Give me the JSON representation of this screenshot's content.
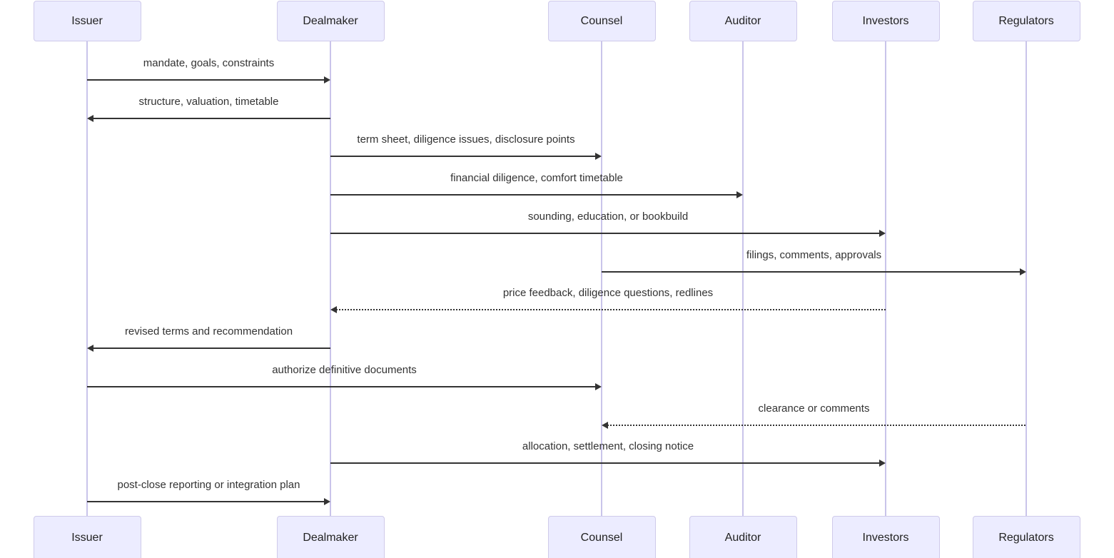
{
  "diagram": {
    "type": "sequence",
    "actors": [
      {
        "name": "Issuer"
      },
      {
        "name": "Dealmaker"
      },
      {
        "name": "Counsel"
      },
      {
        "name": "Auditor"
      },
      {
        "name": "Investors"
      },
      {
        "name": "Regulators"
      }
    ],
    "messages": [
      {
        "from": "Issuer",
        "to": "Dealmaker",
        "label": "mandate, goals, constraints",
        "line": "solid"
      },
      {
        "from": "Dealmaker",
        "to": "Issuer",
        "label": "structure, valuation, timetable",
        "line": "solid"
      },
      {
        "from": "Dealmaker",
        "to": "Counsel",
        "label": "term sheet, diligence issues, disclosure points",
        "line": "solid"
      },
      {
        "from": "Dealmaker",
        "to": "Auditor",
        "label": "financial diligence, comfort timetable",
        "line": "solid"
      },
      {
        "from": "Dealmaker",
        "to": "Investors",
        "label": "sounding, education, or bookbuild",
        "line": "solid"
      },
      {
        "from": "Counsel",
        "to": "Regulators",
        "label": "filings, comments, approvals",
        "line": "solid"
      },
      {
        "from": "Investors",
        "to": "Dealmaker",
        "label": "price feedback, diligence questions, redlines",
        "line": "dashed"
      },
      {
        "from": "Dealmaker",
        "to": "Issuer",
        "label": "revised terms and recommendation",
        "line": "solid"
      },
      {
        "from": "Issuer",
        "to": "Counsel",
        "label": "authorize definitive documents",
        "line": "solid"
      },
      {
        "from": "Regulators",
        "to": "Counsel",
        "label": "clearance or comments",
        "line": "dashed"
      },
      {
        "from": "Dealmaker",
        "to": "Investors",
        "label": "allocation, settlement, closing notice",
        "line": "solid"
      },
      {
        "from": "Issuer",
        "to": "Dealmaker",
        "label": "post-close reporting or integration plan",
        "line": "solid"
      }
    ]
  },
  "colors": {
    "actor_fill": "#ECECFF",
    "actor_border": "#CFCAEA",
    "actor_text": "#222222",
    "lifeline": "#C9C4EA",
    "arrow": "#333333",
    "message_text": "#333333"
  }
}
